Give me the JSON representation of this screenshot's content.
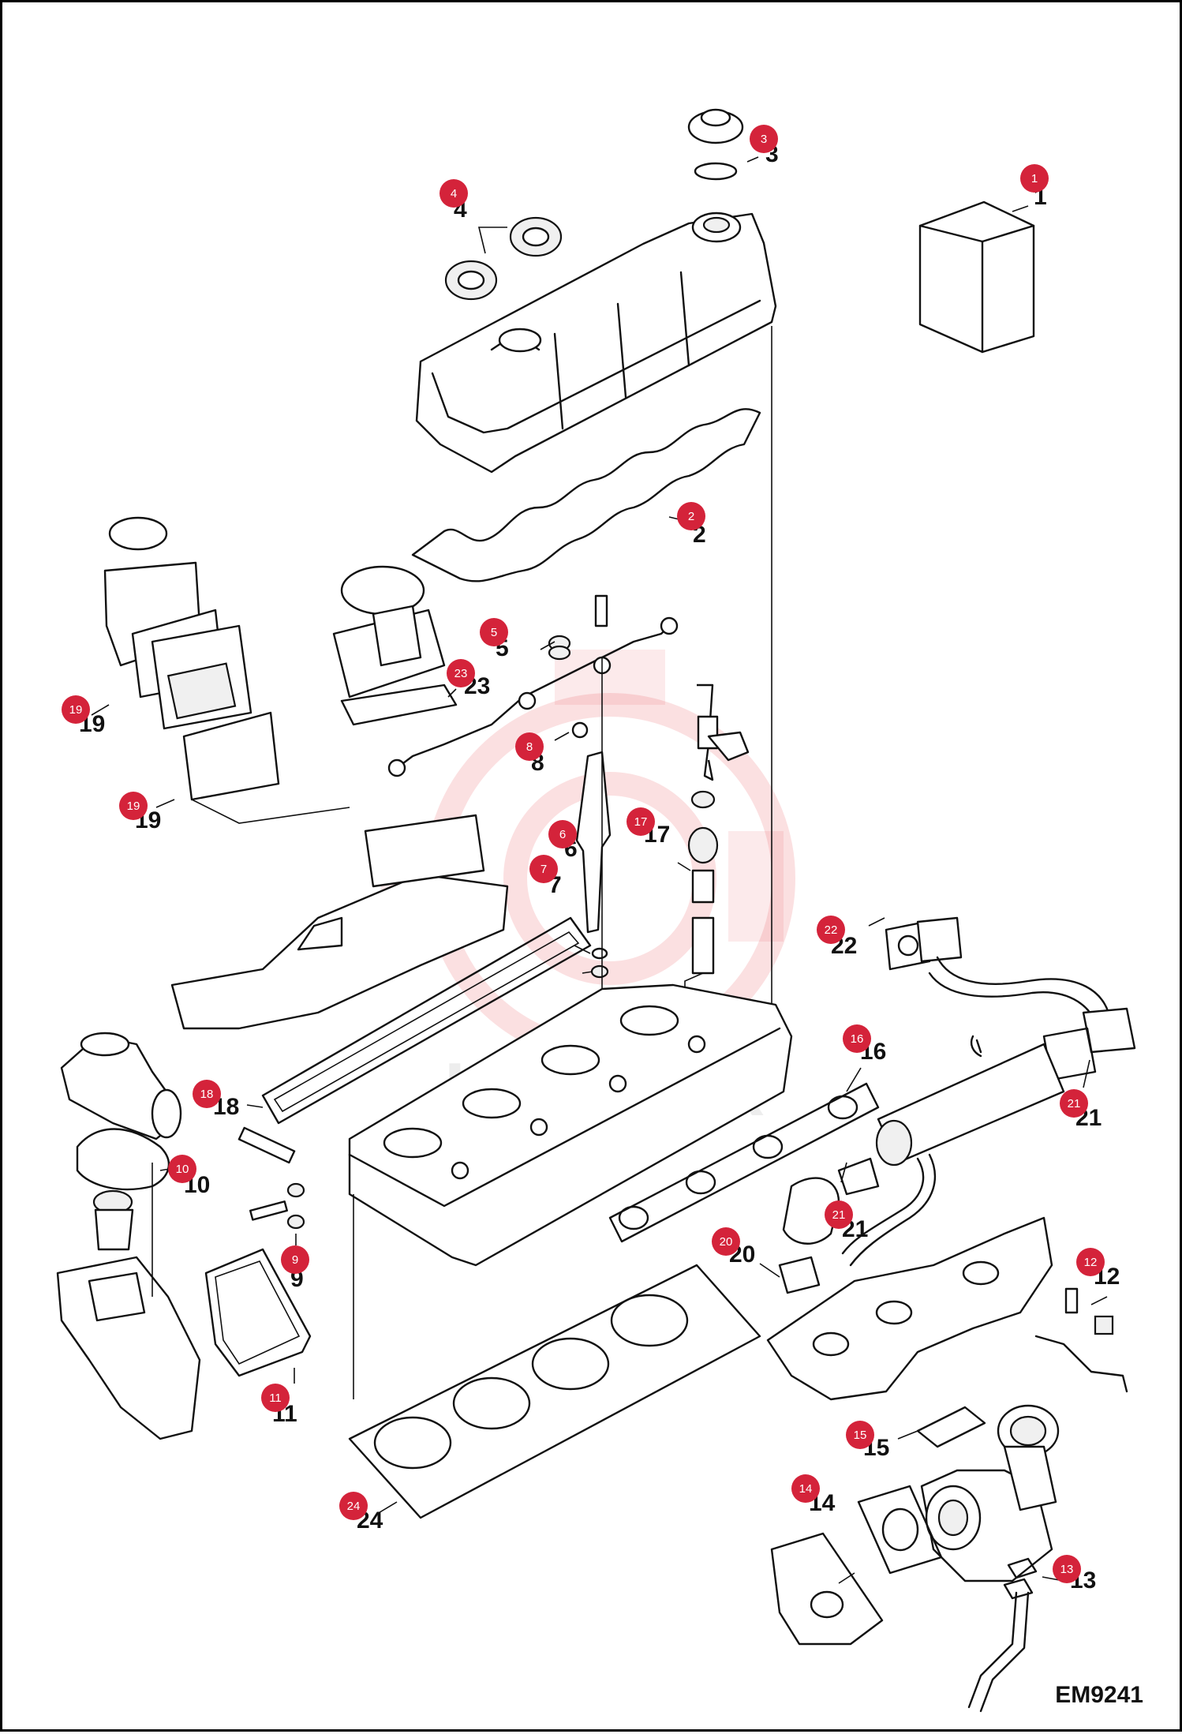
{
  "diagram_code": "EM9241",
  "callouts": [
    {
      "id": "1",
      "number": "1",
      "badge": "1"
    },
    {
      "id": "2",
      "number": "2",
      "badge": "2"
    },
    {
      "id": "3",
      "number": "3",
      "badge": "3"
    },
    {
      "id": "4",
      "number": "4",
      "badge": "4"
    },
    {
      "id": "5",
      "number": "5",
      "badge": "5"
    },
    {
      "id": "6",
      "number": "6",
      "badge": "6"
    },
    {
      "id": "7",
      "number": "7",
      "badge": "7"
    },
    {
      "id": "8",
      "number": "8",
      "badge": "8"
    },
    {
      "id": "9",
      "number": "9",
      "badge": "9"
    },
    {
      "id": "10",
      "number": "10",
      "badge": "10"
    },
    {
      "id": "11",
      "number": "11",
      "badge": "11"
    },
    {
      "id": "12",
      "number": "12",
      "badge": "12"
    },
    {
      "id": "13",
      "number": "13",
      "badge": "13"
    },
    {
      "id": "14",
      "number": "14",
      "badge": "14"
    },
    {
      "id": "15",
      "number": "15",
      "badge": "15"
    },
    {
      "id": "16",
      "number": "16",
      "badge": "16"
    },
    {
      "id": "17",
      "number": "17",
      "badge": "17"
    },
    {
      "id": "18",
      "number": "18",
      "badge": "18"
    },
    {
      "id": "19a",
      "number": "19",
      "badge": "19"
    },
    {
      "id": "19b",
      "number": "19",
      "badge": "19"
    },
    {
      "id": "20",
      "number": "20",
      "badge": "20"
    },
    {
      "id": "21a",
      "number": "21",
      "badge": "21"
    },
    {
      "id": "21b",
      "number": "21",
      "badge": "21"
    },
    {
      "id": "22",
      "number": "22",
      "badge": "22"
    },
    {
      "id": "23",
      "number": "23",
      "badge": "23"
    },
    {
      "id": "24",
      "number": "24",
      "badge": "24"
    }
  ],
  "colors": {
    "badge": "#d4233a",
    "line": "#111111",
    "watermark": "#e8555b"
  }
}
